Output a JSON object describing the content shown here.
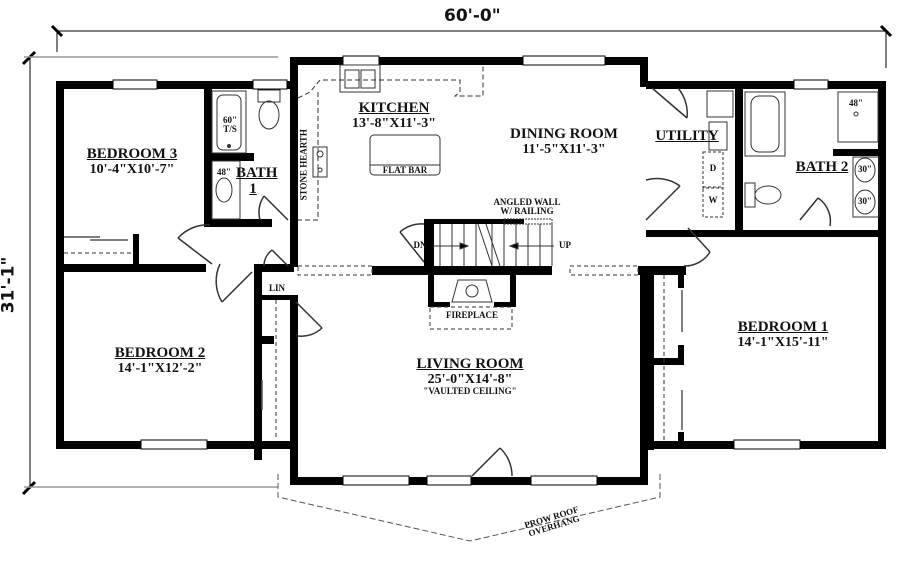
{
  "dimensions": {
    "overall_width": "60'-0\"",
    "overall_depth": "31'-1\""
  },
  "rooms": {
    "bedroom3": {
      "name": "BEDROOM 3",
      "size": "10'-4\"X10'-7\""
    },
    "bath1": {
      "name": "BATH",
      "number": "1"
    },
    "kitchen": {
      "name": "KITCHEN",
      "size": "13'-8\"X11'-3\""
    },
    "dining": {
      "name": "DINING ROOM",
      "size": "11'-5\"X11'-3\""
    },
    "utility": {
      "name": "UTILITY"
    },
    "bath2": {
      "name": "BATH 2"
    },
    "bedroom2": {
      "name": "BEDROOM 2",
      "size": "14'-1\"X12'-2\""
    },
    "living": {
      "name": "LIVING ROOM",
      "size": "25'-0\"X14'-8\"",
      "note": "\"VAULTED CEILING\""
    },
    "bedroom1": {
      "name": "BEDROOM 1",
      "size": "14'-1\"X15'-11\""
    }
  },
  "fixtures": {
    "tub1_size": "60\"",
    "tub1_type": "T/S",
    "vanity1": "48\"",
    "shower2": "48\"",
    "sink2a": "30\"",
    "sink2b": "30\"",
    "dryer": "D",
    "washer": "W",
    "linen": "LIN",
    "stone_hearth": "STONE HEARTH",
    "flat_bar": "FLAT BAR",
    "fireplace": "FIREPLACE",
    "stair_down": "DN",
    "stair_up": "UP",
    "angled_wall_line1": "ANGLED WALL",
    "angled_wall_line2": "W/ RAILING",
    "prow_line1": "PROW ROOF",
    "prow_line2": "OVERHANG"
  },
  "colors": {
    "wall": "#000000",
    "thin_line": "#222222",
    "dim_line": "#999999",
    "background": "#ffffff"
  }
}
